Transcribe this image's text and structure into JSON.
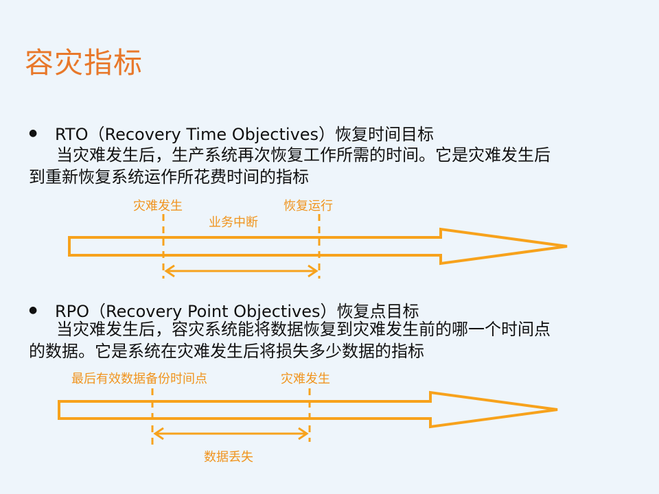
{
  "title": "容灾指标",
  "rto": {
    "bullet": "●",
    "heading": "RTO（Recovery Time Objectives）恢复时间目标",
    "line1": "当灾难发生后，生产系统再次恢复工作所需的时间。它是灾难发生后",
    "line2": "到重新恢复系统运作所花费时间的指标",
    "label_disaster": "灾难发生",
    "label_recover": "恢复运行",
    "label_interrupt": "业务中断"
  },
  "rpo": {
    "bullet": "●",
    "heading": "RPO（Recovery Point Objectives）恢复点目标",
    "line1": "当灾难发生后，容灾系统能将数据恢复到灾难发生前的哪一个时间点",
    "line2": "的数据。它是系统在灾难发生后将损失多少数据的指标",
    "label_backup": "最后有效数据备份时间点",
    "label_disaster": "灾难发生",
    "label_loss": "数据丢失"
  },
  "colors": {
    "accent": "#f7a21c",
    "title": "#e8782a",
    "label": "#f0941e",
    "background": "#eef5fb"
  }
}
